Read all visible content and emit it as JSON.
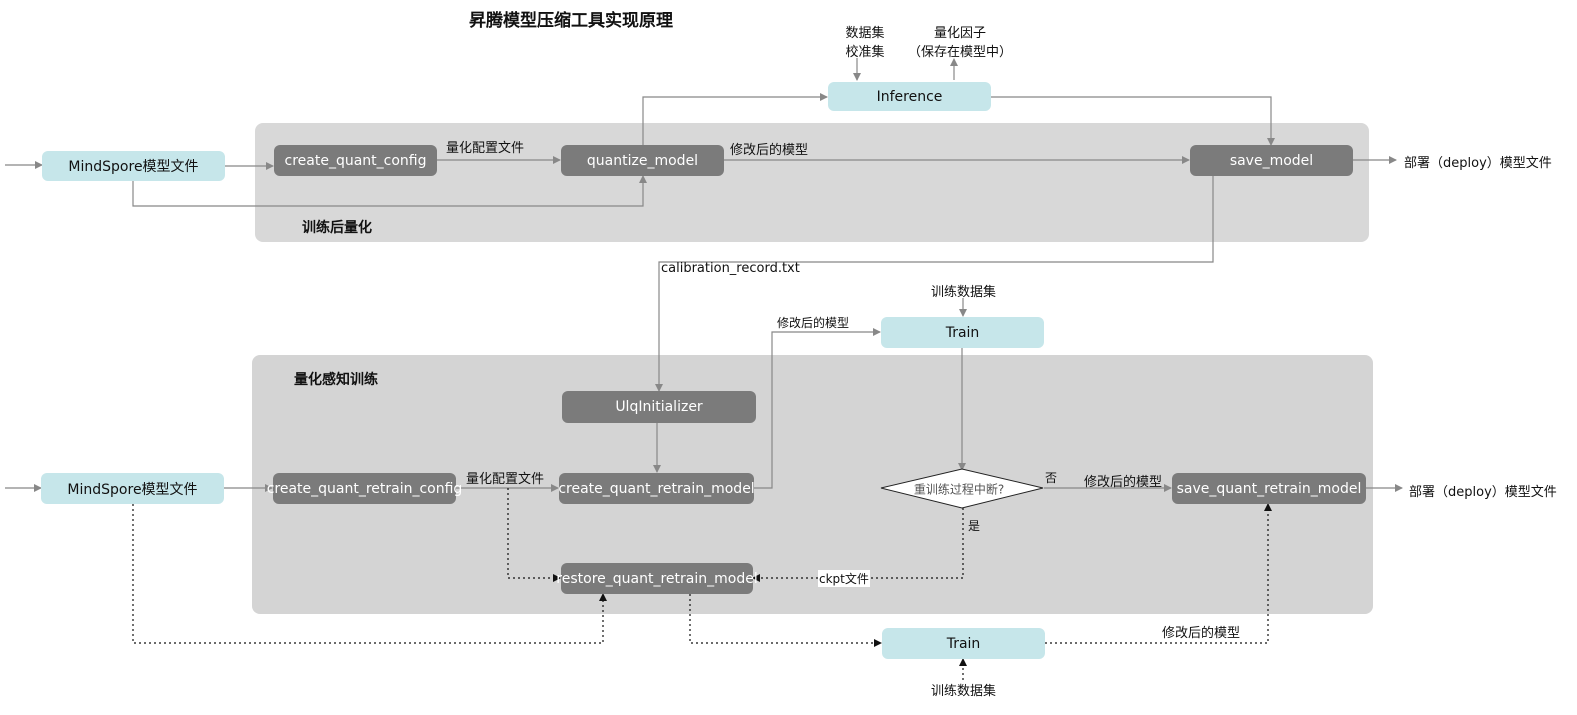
{
  "title": "昇腾模型压缩工具实现原理",
  "ptq": {
    "section_label": "训练后量化",
    "input_file": "MindSpore模型文件",
    "create_config": "create_quant_config",
    "config_file": "量化配置文件",
    "quantize_model": "quantize_model",
    "modified_model": "修改后的模型",
    "save_model": "save_model",
    "deploy": "部署（deploy）模型文件",
    "inference": "Inference",
    "dataset_line1": "数据集",
    "dataset_line2": "校准集",
    "factor_line1": "量化因子",
    "factor_line2": "（保存在模型中）",
    "calibration": "calibration_record.txt"
  },
  "qat": {
    "section_label": "量化感知训练",
    "input_file": "MindSpore模型文件",
    "create_config": "create_quant_retrain_config",
    "config_file": "量化配置文件",
    "ulq": "UlqInitializer",
    "create_model": "create_quant_retrain_model",
    "restore_model": "restore_quant_retrain_model",
    "train_top": "Train",
    "train_bottom": "Train",
    "train_data_top": "训练数据集",
    "train_data_bottom": "训练数据集",
    "modified_model_top": "修改后的模型",
    "modified_model_right": "修改后的模型",
    "modified_model_bottom": "修改后的模型",
    "decision": "重训练过程中断?",
    "no": "否",
    "yes": "是",
    "ckpt": "ckpt文件",
    "save_model": "save_quant_retrain_model",
    "deploy": "部署（deploy）模型文件"
  }
}
